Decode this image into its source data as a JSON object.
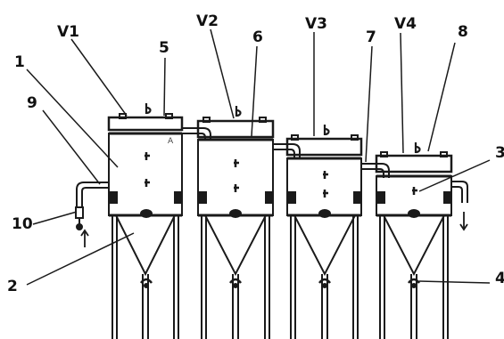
{
  "labels": {
    "v1": "V1",
    "v2": "V2",
    "v3": "V3",
    "v4": "V4",
    "n1": "1",
    "n2": "2",
    "n3": "3",
    "n4": "4",
    "n5": "5",
    "n6": "6",
    "n7": "7",
    "n8": "8",
    "n9": "9",
    "n10": "10",
    "marker_a": "A"
  }
}
